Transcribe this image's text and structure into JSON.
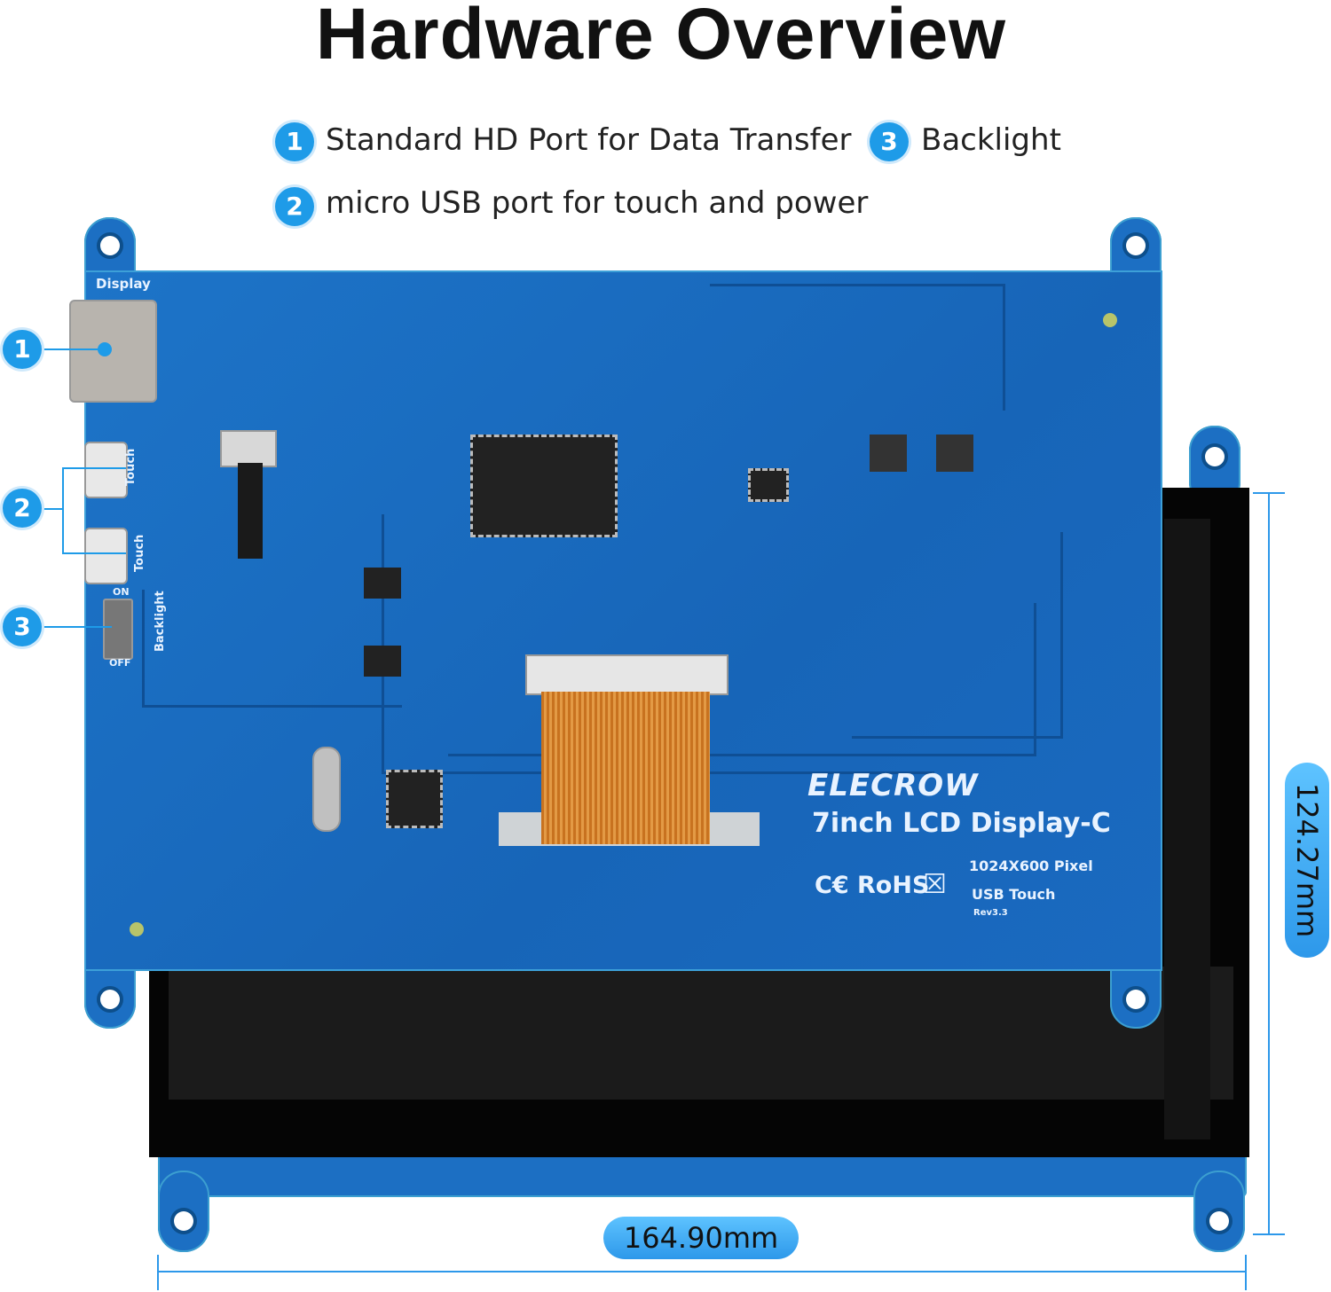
{
  "title": "Hardware Overview",
  "legend": [
    {
      "number": "1",
      "label": "Standard HD Port for Data Transfer"
    },
    {
      "number": "2",
      "label": "micro USB port for touch and power"
    },
    {
      "number": "3",
      "label": "Backlight"
    }
  ],
  "board": {
    "port_labels": {
      "display": "Display",
      "touch_1": "Touch",
      "touch_2": "Touch",
      "switch_on": "ON",
      "switch_off": "OFF",
      "backlight": "Backlight"
    },
    "brand": "ELECROW",
    "model": "7inch LCD Display-C",
    "certifications": "C€ RoHS",
    "resolution": "1024X600 Pixel",
    "touch": "USB Touch",
    "revision": "Rev3.3"
  },
  "dimensions": {
    "height": "124.27mm",
    "width": "164.90mm"
  },
  "colors": {
    "accent": "#1e9be8",
    "pcb": "#1b6fc2",
    "screen": "#050505"
  }
}
